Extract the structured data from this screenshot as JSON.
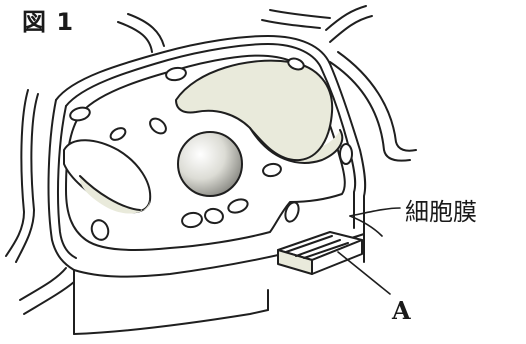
{
  "figure": {
    "label": "図 1"
  },
  "labels": {
    "cell_membrane": "細胞膜",
    "part_a": "A"
  },
  "colors": {
    "line": "#1f1f1f",
    "vacuole_shade": "#e9eadb",
    "nucleus_light": "#ffffff",
    "nucleus_mid": "#d9d9d2",
    "nucleus_dark": "#8c8c86",
    "background": "#ffffff"
  }
}
